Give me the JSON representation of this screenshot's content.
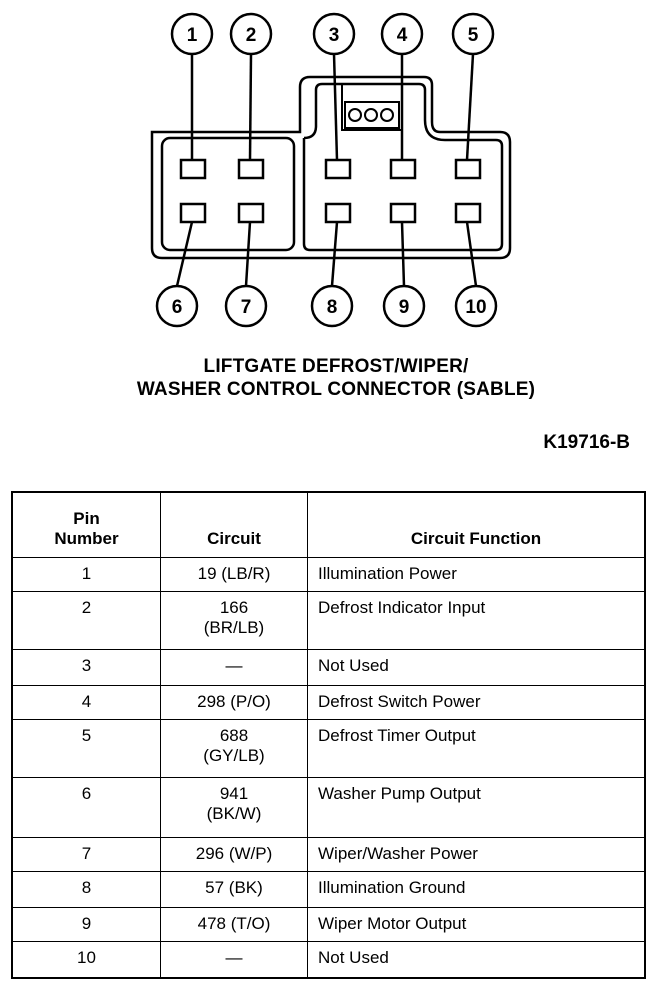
{
  "pins_top": [
    "1",
    "2",
    "3",
    "4",
    "5"
  ],
  "pins_bottom": [
    "6",
    "7",
    "8",
    "9",
    "10"
  ],
  "caption_line1": "LIFTGATE DEFROST/WIPER/",
  "caption_line2": "WASHER CONTROL CONNECTOR (SABLE)",
  "figure_id": "K19716-B",
  "table": {
    "headers": [
      "Pin\nNumber",
      "Circuit",
      "Circuit Function"
    ],
    "rows": [
      {
        "pin": "1",
        "circuit": "19 (LB/R)",
        "function": "Illumination Power"
      },
      {
        "pin": "2",
        "circuit": "166\n(BR/LB)",
        "function": "Defrost Indicator Input"
      },
      {
        "pin": "3",
        "circuit": "—",
        "function": "Not Used"
      },
      {
        "pin": "4",
        "circuit": "298 (P/O)",
        "function": "Defrost Switch Power"
      },
      {
        "pin": "5",
        "circuit": "688\n(GY/LB)",
        "function": "Defrost Timer Output"
      },
      {
        "pin": "6",
        "circuit": "941\n(BK/W)",
        "function": "Washer Pump Output"
      },
      {
        "pin": "7",
        "circuit": "296 (W/P)",
        "function": "Wiper/Washer Power"
      },
      {
        "pin": "8",
        "circuit": "57 (BK)",
        "function": "Illumination Ground"
      },
      {
        "pin": "9",
        "circuit": "478 (T/O)",
        "function": "Wiper Motor Output"
      },
      {
        "pin": "10",
        "circuit": "—",
        "function": "Not Used"
      }
    ]
  }
}
